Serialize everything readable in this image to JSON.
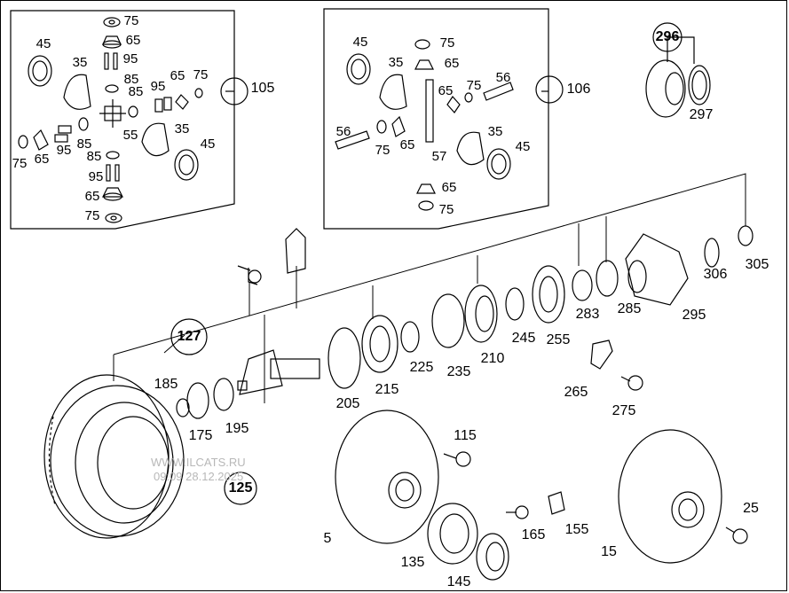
{
  "watermark": {
    "line1": "WWW.ILCATS.RU",
    "line2": "09:09 28.12.2025"
  },
  "callouts": {
    "c127": "127",
    "c125": "125",
    "c296": "296",
    "c105": "105",
    "c106": "106"
  },
  "labels": {
    "l75a": "75",
    "l65a": "65",
    "l95a": "95",
    "l85a": "85",
    "l45a": "45",
    "l35a": "35",
    "l85b": "85",
    "l95b": "95",
    "l65b": "65",
    "l75b": "75",
    "l55": "55",
    "l35b": "35",
    "l45b": "45",
    "l75c": "75",
    "l65c": "65",
    "l95c": "95",
    "l85c": "85",
    "l85d": "85",
    "l95d": "95",
    "l65d": "65",
    "l75d": "75",
    "m45": "45",
    "m75a": "75",
    "m35": "35",
    "m65a": "65",
    "m56a": "56",
    "m65b": "65",
    "m75b": "75",
    "m56b": "56",
    "m75c": "75",
    "m65c": "65",
    "m57": "57",
    "m35b": "35",
    "m45b": "45",
    "m65d": "65",
    "m75d": "75",
    "r297": "297",
    "p305": "305",
    "p306": "306",
    "p295": "295",
    "p285": "285",
    "p283": "283",
    "p255": "255",
    "p245": "245",
    "p210": "210",
    "p235": "235",
    "p225": "225",
    "p215": "215",
    "p205": "205",
    "p185": "185",
    "p175": "175",
    "p195": "195",
    "p265": "265",
    "p275": "275",
    "p115": "115",
    "p5": "5",
    "p135": "135",
    "p145": "145",
    "p165": "165",
    "p155": "155",
    "p15": "15",
    "p25": "25"
  }
}
